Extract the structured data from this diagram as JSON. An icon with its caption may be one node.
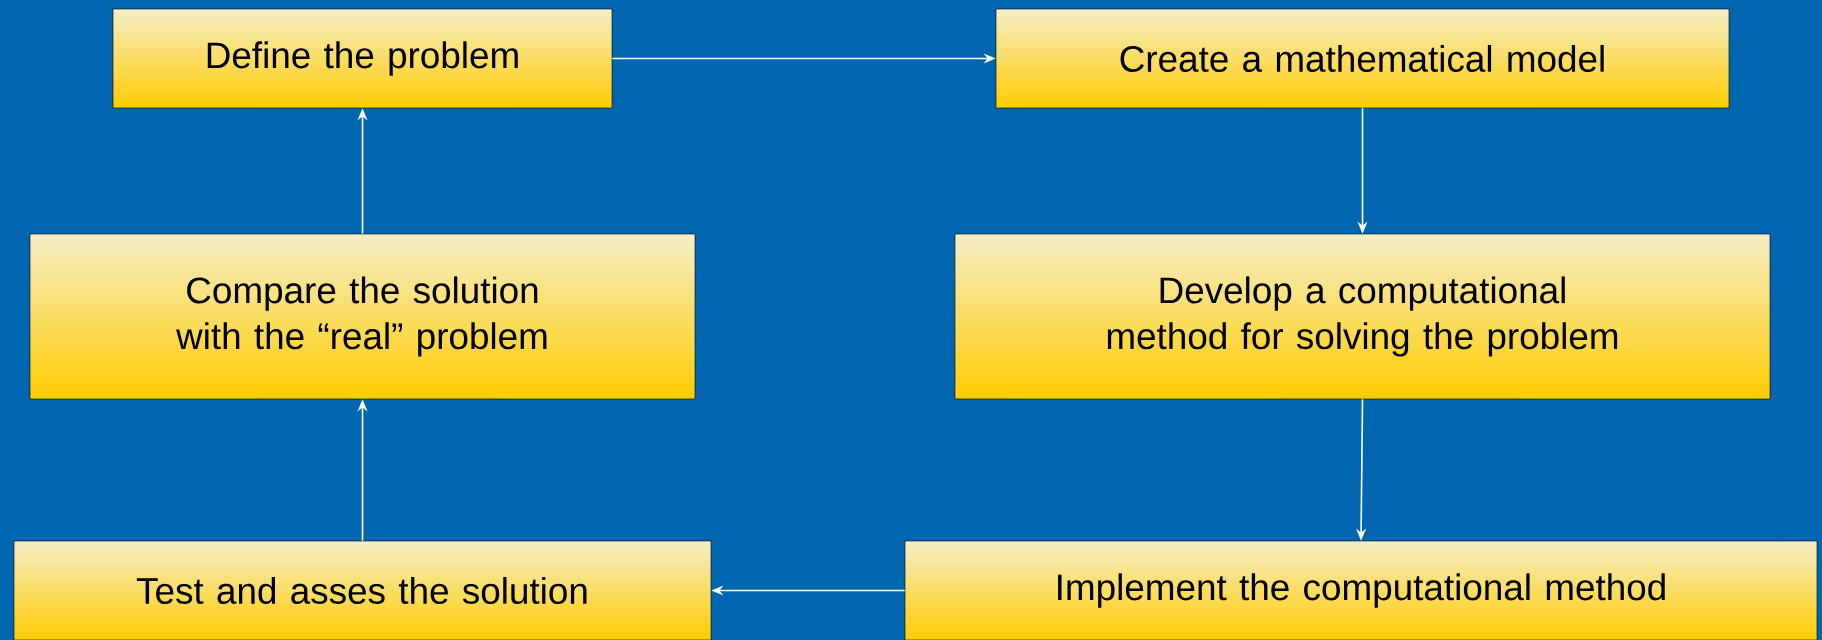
{
  "diagram": {
    "nodes": [
      {
        "text": [
          "Define the problem"
        ]
      },
      {
        "text": [
          "Create a mathematical model"
        ]
      },
      {
        "text": [
          "Compare the solution with the “real” problem"
        ]
      },
      {
        "text": [
          "Develop a computational method for solving the problem"
        ]
      },
      {
        "text": [
          "Test and asses the solution"
        ]
      },
      {
        "text": [
          "Implement the computational method"
        ]
      }
    ],
    "edges": [
      {
        "from": 0,
        "to": 1,
        "arrow": "to"
      },
      {
        "from": 1,
        "to": 3,
        "arrow": "to"
      },
      {
        "from": 3,
        "to": 5,
        "arrow": "to"
      },
      {
        "from": 5,
        "to": 4,
        "arrow": "to"
      },
      {
        "from": 4,
        "to": 2,
        "arrow": "to"
      },
      {
        "from": 2,
        "to": 0,
        "arrow": "to"
      }
    ]
  }
}
